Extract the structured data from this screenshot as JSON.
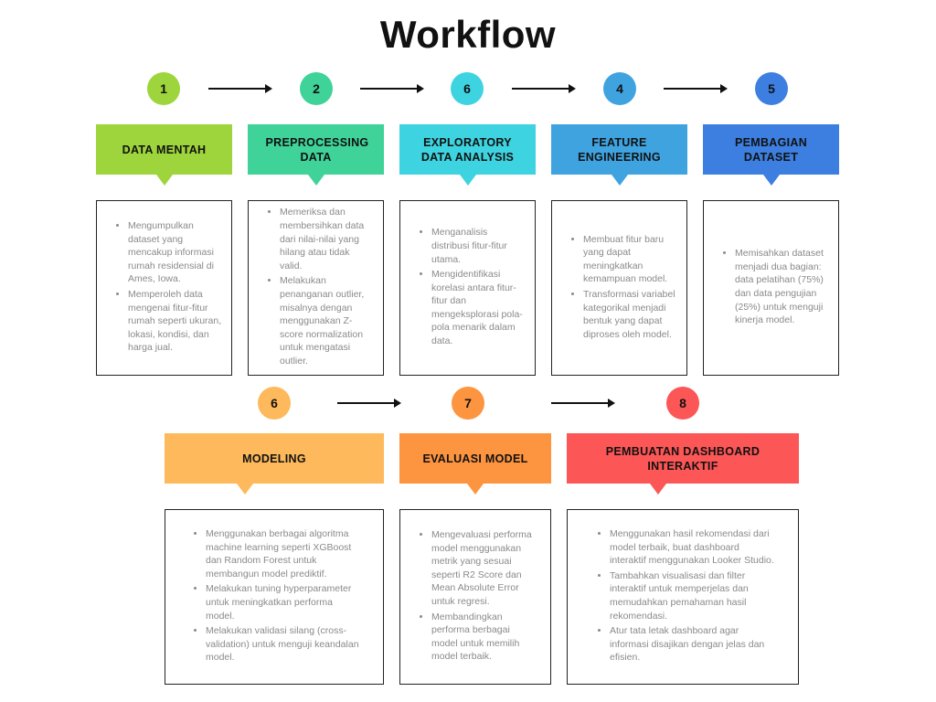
{
  "title": "Workflow",
  "colors": {
    "lime": "#9ed53c",
    "green": "#3fd39a",
    "cyan": "#3ed3e0",
    "blue_light": "#3fa3e0",
    "blue": "#3d7fe0",
    "yellow": "#fdb95b",
    "orange": "#fd9440",
    "red": "#fc5656"
  },
  "top_row": [
    {
      "number": "1",
      "header": "DATA MENTAH",
      "bullets": [
        "Mengumpulkan dataset yang mencakup informasi rumah residensial di Ames, Iowa.",
        "Memperoleh data mengenai fitur-fitur rumah seperti ukuran, lokasi, kondisi, dan harga jual."
      ]
    },
    {
      "number": "2",
      "header": "PREPROCESSING DATA",
      "bullets": [
        "Memeriksa dan membersihkan data dari nilai-nilai yang hilang atau tidak valid.",
        "Melakukan penanganan outlier, misalnya dengan menggunakan Z-score normalization untuk mengatasi outlier."
      ]
    },
    {
      "number": "6",
      "header": "EXPLORATORY DATA ANALYSIS",
      "bullets": [
        "Menganalisis distribusi fitur-fitur utama.",
        "Mengidentifikasi korelasi antara fitur-fitur dan mengeksplorasi pola-pola menarik dalam data."
      ]
    },
    {
      "number": "4",
      "header": "FEATURE ENGINEERING",
      "bullets": [
        "Membuat fitur baru yang dapat meningkatkan kemampuan model.",
        "Transformasi variabel kategorikal menjadi bentuk yang dapat diproses oleh model."
      ]
    },
    {
      "number": "5",
      "header": "PEMBAGIAN DATASET",
      "bullets": [
        "Memisahkan dataset menjadi dua bagian: data pelatihan (75%) dan data pengujian (25%) untuk menguji kinerja model."
      ]
    }
  ],
  "bottom_row": [
    {
      "number": "6",
      "header": "MODELING",
      "bullets": [
        "Menggunakan berbagai algoritma machine learning seperti XGBoost dan Random Forest untuk membangun model prediktif.",
        "Melakukan tuning hyperparameter untuk meningkatkan performa model.",
        "Melakukan validasi silang (cross-validation) untuk menguji keandalan model."
      ]
    },
    {
      "number": "7",
      "header": "EVALUASI MODEL",
      "bullets": [
        "Mengevaluasi performa model menggunakan metrik yang sesuai seperti R2 Score dan Mean Absolute Error untuk regresi.",
        "Membandingkan performa berbagai model untuk memilih model terbaik."
      ]
    },
    {
      "number": "8",
      "header": "PEMBUATAN DASHBOARD INTERAKTIF",
      "bullets": [
        "Menggunakan hasil rekomendasi dari model terbaik, buat dashboard interaktif menggunakan Looker Studio.",
        "Tambahkan visualisasi dan filter interaktif untuk memperjelas dan memudahkan pemahaman hasil rekomendasi.",
        "Atur tata letak dashboard agar informasi disajikan dengan jelas dan efisien."
      ]
    }
  ]
}
